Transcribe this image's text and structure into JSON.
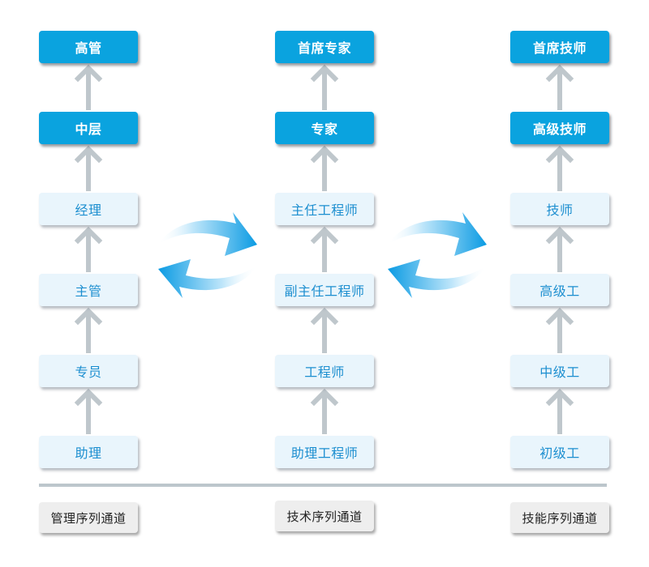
{
  "columns": [
    {
      "levels": [
        "高管",
        "中层",
        "经理",
        "主管",
        "专员",
        "助理"
      ],
      "footer": "管理序列通道"
    },
    {
      "levels": [
        "首席专家",
        "专家",
        "主任工程师",
        "副主任工程师",
        "工程师",
        "助理工程师"
      ],
      "footer": "技术序列通道"
    },
    {
      "levels": [
        "首席技师",
        "高级技师",
        "技师",
        "高级工",
        "中级工",
        "初级工"
      ],
      "footer": "技能序列通道"
    }
  ],
  "colors": {
    "top_box_fill": "#0aa3df",
    "lower_box_fill": "#e9f5fc",
    "lower_box_text": "#1d8fd0",
    "connector_arrow": "#bfc7cc",
    "cycle_arrow": "#1ea5e6",
    "footer_fill": "#eeeeee"
  },
  "icons": {
    "up_arrow": "up-arrow-icon",
    "exchange_arrows": "cycle-arrows-icon"
  }
}
